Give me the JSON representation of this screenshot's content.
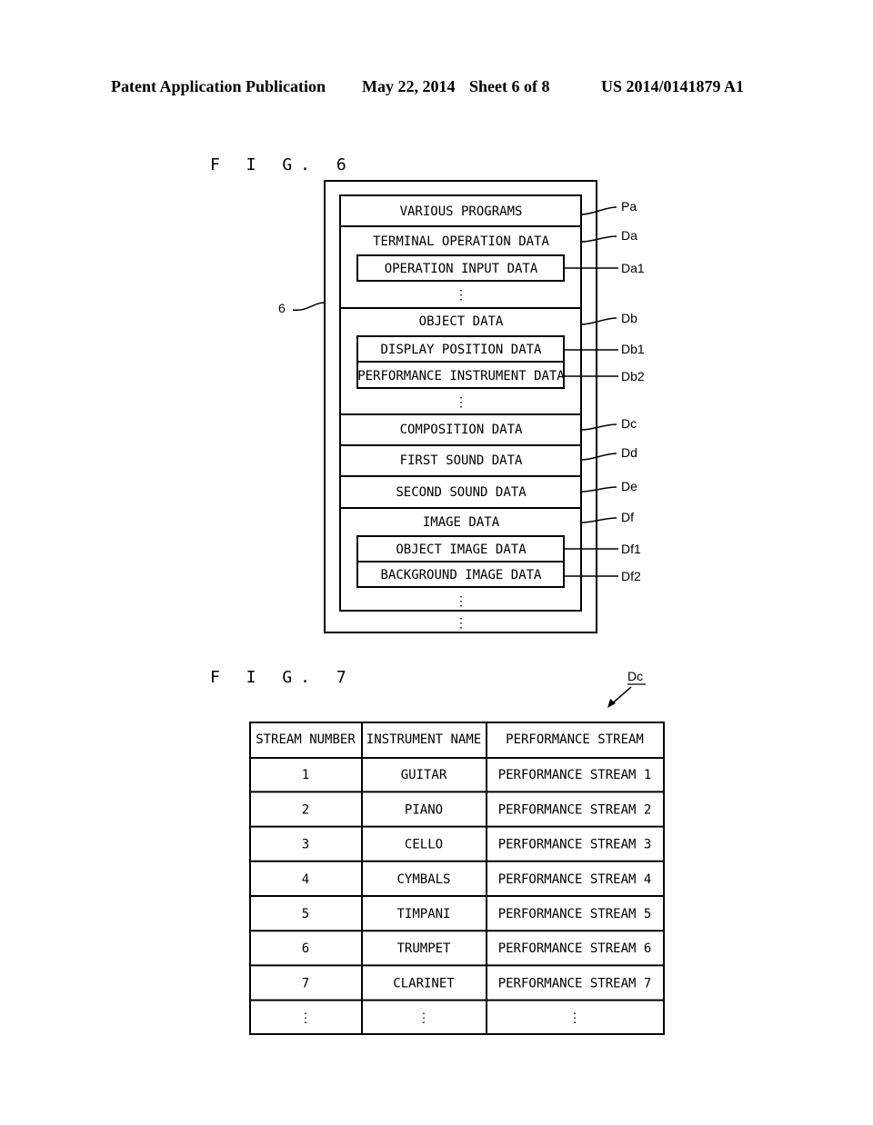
{
  "header": {
    "publication": "Patent Application Publication",
    "date": "May 22, 2014",
    "sheet": "Sheet 6 of 8",
    "number": "US 2014/0141879 A1"
  },
  "fig6": {
    "title": "F I G. 6",
    "memory_label": "6",
    "blocks": {
      "various_programs": "VARIOUS PROGRAMS",
      "terminal_operation": "TERMINAL OPERATION DATA",
      "operation_input": "OPERATION INPUT DATA",
      "object_data": "OBJECT DATA",
      "display_position": "DISPLAY POSITION DATA",
      "performance_instrument": "PERFORMANCE INSTRUMENT DATA",
      "composition": "COMPOSITION DATA",
      "first_sound": "FIRST SOUND DATA",
      "second_sound": "SECOND SOUND DATA",
      "image_data": "IMAGE DATA",
      "object_image": "OBJECT IMAGE DATA",
      "background_image": "BACKGROUND IMAGE DATA"
    },
    "refs": {
      "pa": "Pa",
      "da": "Da",
      "da1": "Da1",
      "db": "Db",
      "db1": "Db1",
      "db2": "Db2",
      "dc": "Dc",
      "dd": "Dd",
      "de": "De",
      "df": "Df",
      "df1": "Df1",
      "df2": "Df2"
    },
    "ellipsis": "⋮"
  },
  "fig7": {
    "title": "F I G. 7",
    "ref": "Dc",
    "columns": [
      "STREAM NUMBER",
      "INSTRUMENT NAME",
      "PERFORMANCE STREAM"
    ],
    "rows": [
      [
        "1",
        "GUITAR",
        "PERFORMANCE STREAM 1"
      ],
      [
        "2",
        "PIANO",
        "PERFORMANCE STREAM 2"
      ],
      [
        "3",
        "CELLO",
        "PERFORMANCE STREAM 3"
      ],
      [
        "4",
        "CYMBALS",
        "PERFORMANCE STREAM 4"
      ],
      [
        "5",
        "TIMPANI",
        "PERFORMANCE STREAM 5"
      ],
      [
        "6",
        "TRUMPET",
        "PERFORMANCE STREAM 6"
      ],
      [
        "7",
        "CLARINET",
        "PERFORMANCE STREAM 7"
      ],
      [
        "⋮",
        "⋮",
        "⋮"
      ]
    ]
  }
}
